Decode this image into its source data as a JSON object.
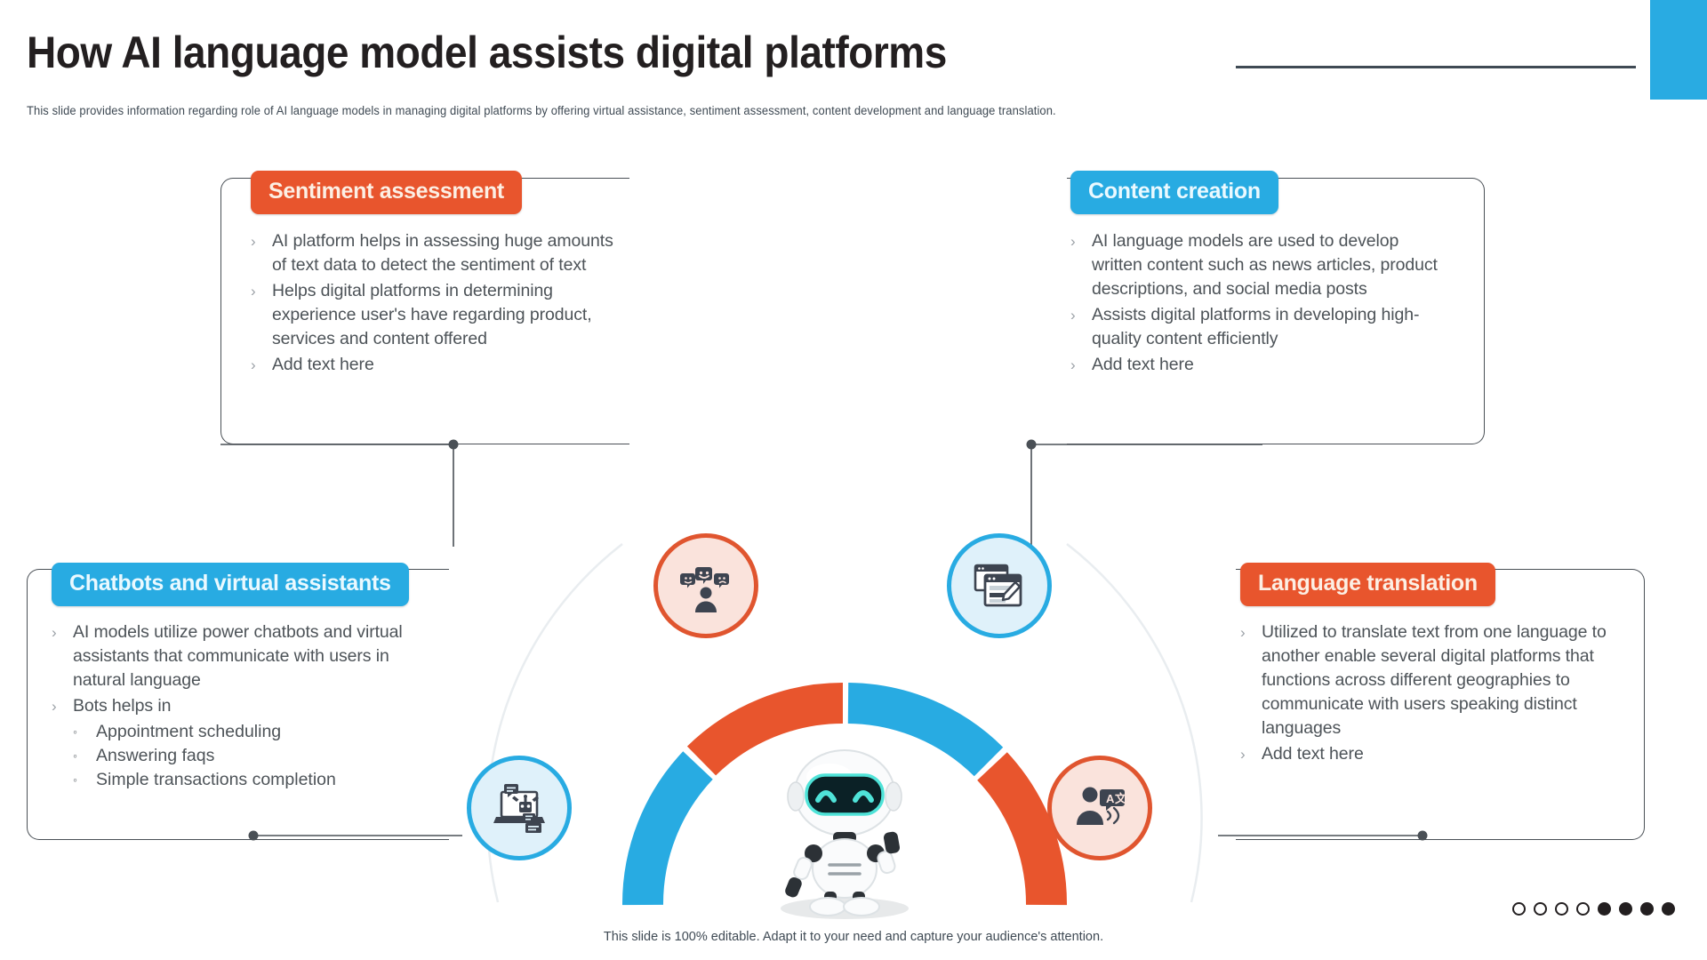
{
  "header": {
    "title": "How AI language model assists digital platforms",
    "subtitle": "This slide provides information regarding role of AI language models in managing digital platforms by offering virtual assistance, sentiment assessment, content development and language translation.",
    "accent_color": "#29ABE2"
  },
  "colors": {
    "orange": "#E8552D",
    "blue": "#28ABE2",
    "text": "#4D5358",
    "outline": "#4A5056"
  },
  "cards": [
    {
      "id": "sentiment-assessment",
      "title": "Sentiment assessment",
      "accent": "orange",
      "icon": "sentiment-faces-icon",
      "bullets": [
        "AI platform helps in assessing huge amounts of text data to detect the sentiment of text",
        "Helps digital platforms in determining experience user's have regarding product, services and content offered",
        "Add text here"
      ]
    },
    {
      "id": "content-creation",
      "title": "Content creation",
      "accent": "blue",
      "icon": "content-window-pencil-icon",
      "bullets": [
        "AI language models are used to develop written content such as news articles, product descriptions, and social media posts",
        "Assists digital platforms in developing high-quality content efficiently",
        "Add text here"
      ]
    },
    {
      "id": "chatbots-and-virtual-assistants",
      "title": "Chatbots and virtual assistants",
      "accent": "blue",
      "icon": "chatbot-laptop-icon",
      "bullets": [
        "AI models utilize power chatbots and virtual assistants that communicate with users in natural language",
        "Bots helps in"
      ],
      "subbullets": [
        "Appointment scheduling",
        "Answering faqs",
        "Simple transactions completion"
      ]
    },
    {
      "id": "language-translation",
      "title": "Language translation",
      "accent": "orange",
      "icon": "speech-translation-icon",
      "bullets": [
        "Utilized to translate text from one language to another enable several digital platforms that functions across different geographies to communicate with users speaking distinct languages",
        "Add text here"
      ]
    }
  ],
  "center": {
    "gauge_segments": [
      "#28ABE2",
      "#E8552D",
      "#28ABE2",
      "#E8552D"
    ],
    "mascot": "robot-mascot"
  },
  "footer": {
    "note": "This slide is 100% editable. Adapt it to your need and capture your audience's attention.",
    "pagination": {
      "total": 8,
      "filled": 4,
      "states": [
        "hollow",
        "hollow",
        "hollow",
        "hollow",
        "filled",
        "filled",
        "filled",
        "filled"
      ]
    }
  }
}
